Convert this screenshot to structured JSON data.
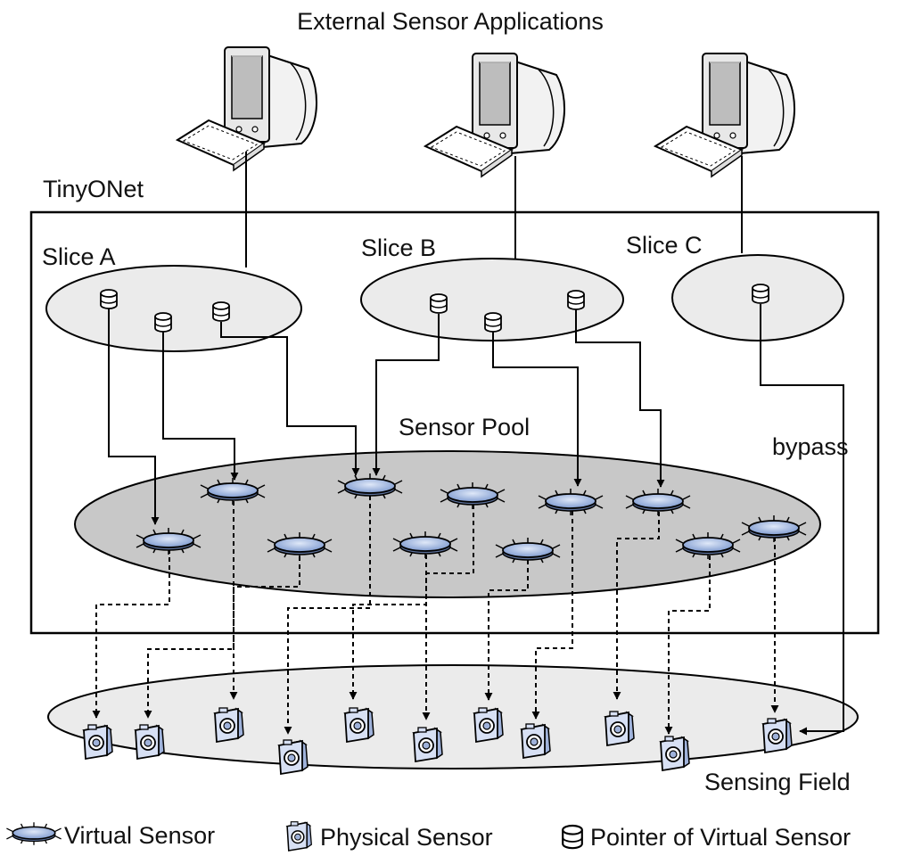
{
  "title": "External Sensor Applications",
  "system_label": "TinyONet",
  "slices": [
    {
      "id": "A",
      "label": "Slice A",
      "pointer_count": 3
    },
    {
      "id": "B",
      "label": "Slice B",
      "pointer_count": 3
    },
    {
      "id": "C",
      "label": "Slice C",
      "pointer_count": 1
    }
  ],
  "sensor_pool_label": "Sensor Pool",
  "bypass_label": "bypass",
  "sensing_field_label": "Sensing Field",
  "legend": {
    "virtual_sensor": "Virtual Sensor",
    "physical_sensor": "Physical Sensor",
    "pointer": "Pointer of Virtual Sensor"
  },
  "colors": {
    "virtual_sensor_fill": "#a9bde3",
    "pool_fill": "#c8c8c8",
    "slice_fill": "#ebebeb",
    "field_fill": "#ebebeb",
    "physical_sensor_fill": "#d7e0f4"
  }
}
